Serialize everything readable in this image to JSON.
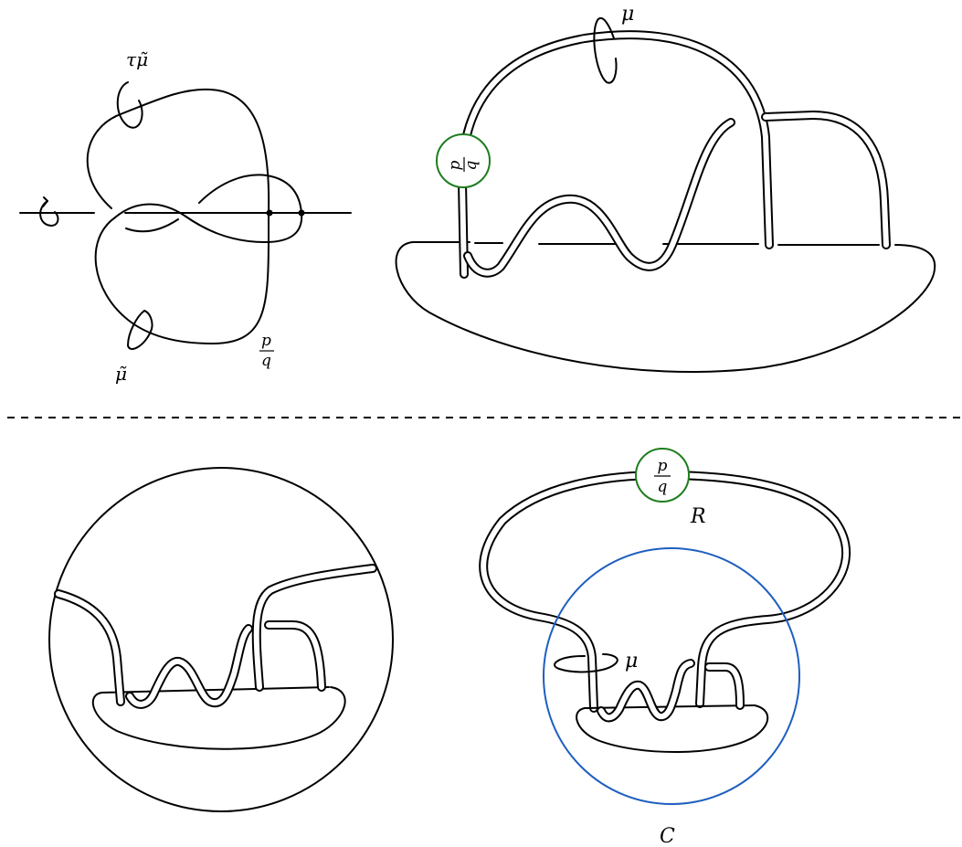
{
  "labels": {
    "tau_mu_tilde": "τμ̃",
    "mu_tilde": "μ̃",
    "pq_top_left": {
      "p": "p",
      "q": "q"
    },
    "mu_top_right": "μ",
    "pq_circle_top": {
      "p": "p",
      "q": "q"
    },
    "pq_circle_bottom": {
      "p": "p",
      "q": "q"
    },
    "R": "R",
    "mu_bottom_right": "μ",
    "C": "C"
  },
  "colors": {
    "ink": "#000000",
    "surgery_circle": "#1e7d1e",
    "ball_C": "#1f5fbf",
    "divider": "#000000"
  },
  "icons": {
    "rotation_arrow": "curved-arrow-icon"
  }
}
